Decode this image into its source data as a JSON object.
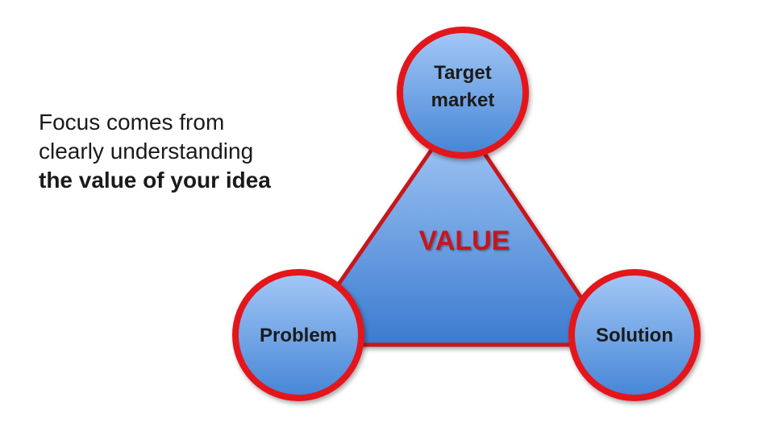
{
  "caption": {
    "line1": "Focus comes from",
    "line2": "clearly understanding",
    "line3": "the value of your idea"
  },
  "diagram": {
    "center_label": "VALUE",
    "nodes": {
      "top": {
        "line1": "Target",
        "line2": "market"
      },
      "left": {
        "label": "Problem"
      },
      "right": {
        "label": "Solution"
      }
    },
    "colors": {
      "accent": "#e3161c",
      "fill_light": "#9cc3f5",
      "fill_dark": "#3f7fd3",
      "center_text": "#c4161c"
    }
  }
}
